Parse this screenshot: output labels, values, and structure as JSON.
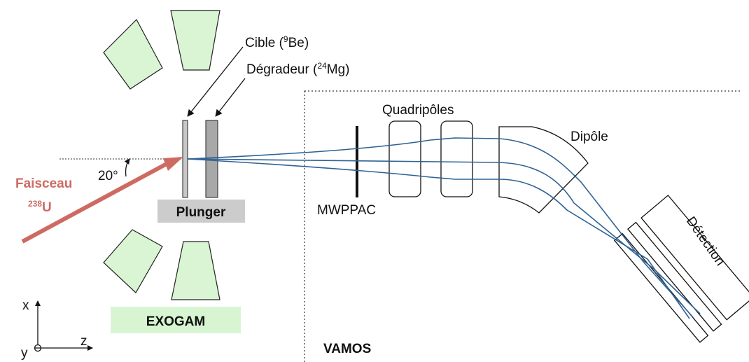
{
  "labels": {
    "target_prefix": "Cible (",
    "target_mass": "9",
    "target_element": "Be)",
    "degrader_prefix": "Dégradeur (",
    "degrader_mass": "24",
    "degrader_element": "Mg)",
    "quadrupoles": "Quadripôles",
    "dipole": "Dipôle",
    "detection": "Détection",
    "mwppac": "MWPPAC",
    "vamos": "VAMOS",
    "plunger": "Plunger",
    "exogam": "EXOGAM",
    "beam": "Faisceau",
    "beam_mass": "238",
    "beam_element": "U",
    "angle": "20°",
    "axis_x": "x",
    "axis_y": "y",
    "axis_z": "z"
  },
  "colors": {
    "beam": "#cd6b62",
    "trajectory": "#2f6294",
    "detector_fill": "#d9f5d3",
    "plunger_box": "#cccccc",
    "exogam_box": "#d8f5d2",
    "target": "#c8c8c8",
    "degrader": "#a8a8a8"
  }
}
